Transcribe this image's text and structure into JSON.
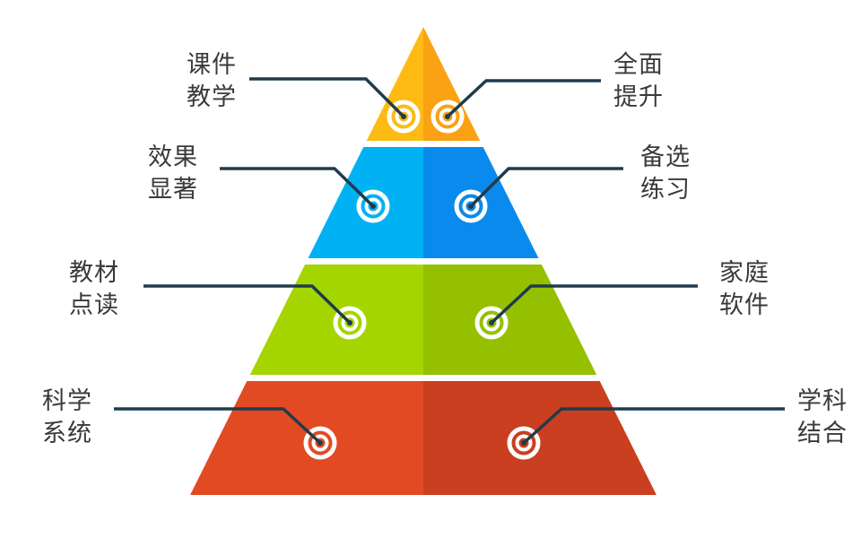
{
  "colors": {
    "leader": "#1f3b4d",
    "tiers": [
      {
        "left": "#fdbb13",
        "right": "#fba114"
      },
      {
        "left": "#00b2f4",
        "right": "#0a8aec"
      },
      {
        "left": "#a5d500",
        "right": "#95c000"
      },
      {
        "left": "#e24a24",
        "right": "#c93f1f"
      }
    ]
  },
  "labels": {
    "t1_left": [
      "课件",
      "教学"
    ],
    "t1_right": [
      "全面",
      "提升"
    ],
    "t2_left": [
      "效果",
      "显著"
    ],
    "t2_right": [
      "备选",
      "练习"
    ],
    "t3_left": [
      "教材",
      "点读"
    ],
    "t3_right": [
      "家庭",
      "软件"
    ],
    "t4_left": [
      "科学",
      "系统"
    ],
    "t4_right": [
      "学科",
      "结合"
    ]
  }
}
